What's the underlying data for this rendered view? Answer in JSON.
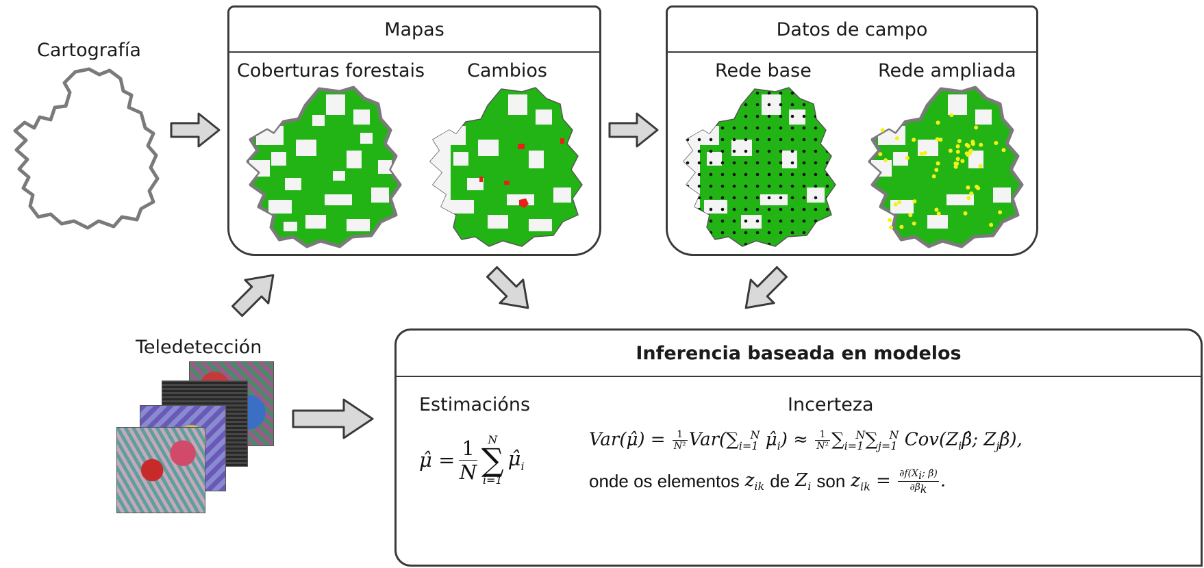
{
  "cartografia": {
    "label": "Cartografía"
  },
  "teledeteccion": {
    "label": "Teledetección"
  },
  "mapas": {
    "title": "Mapas",
    "left_label": "Coberturas forestais",
    "right_label": "Cambios"
  },
  "datos_campo": {
    "title": "Datos de campo",
    "left_label": "Rede base",
    "right_label": "Rede ampliada"
  },
  "inferencia": {
    "title": "Inferencia baseada en modelos",
    "estimacions_label": "Estimacións",
    "incerteza_label": "Incerteza",
    "estimator_formula": "μ̂ = (1/N) Σ_{i=1}^{N} μ̂_i",
    "variance_formula": "Var(μ̂) = (1/N²) Var(Σ_{i=1}^{N} μ̂_i) ≈ (1/N²) Σ_{i=1}^{N} Σ_{j=1}^{N} Cov(Z_i β̂; Z_j β̂),",
    "elements_text_1": "onde os elementos",
    "elements_text_2": "de",
    "elements_text_3": "son",
    "elements_formula": "z_ik = ∂f(X_i; β̂) / ∂β_k"
  },
  "colors": {
    "forest": "#22b414",
    "change": "#e8201a",
    "base_points": "#111111",
    "extended_points": "#f2f21a",
    "outline": "#777777",
    "arrow_fill": "#d9d9d9",
    "arrow_stroke": "#3a3a3a"
  }
}
